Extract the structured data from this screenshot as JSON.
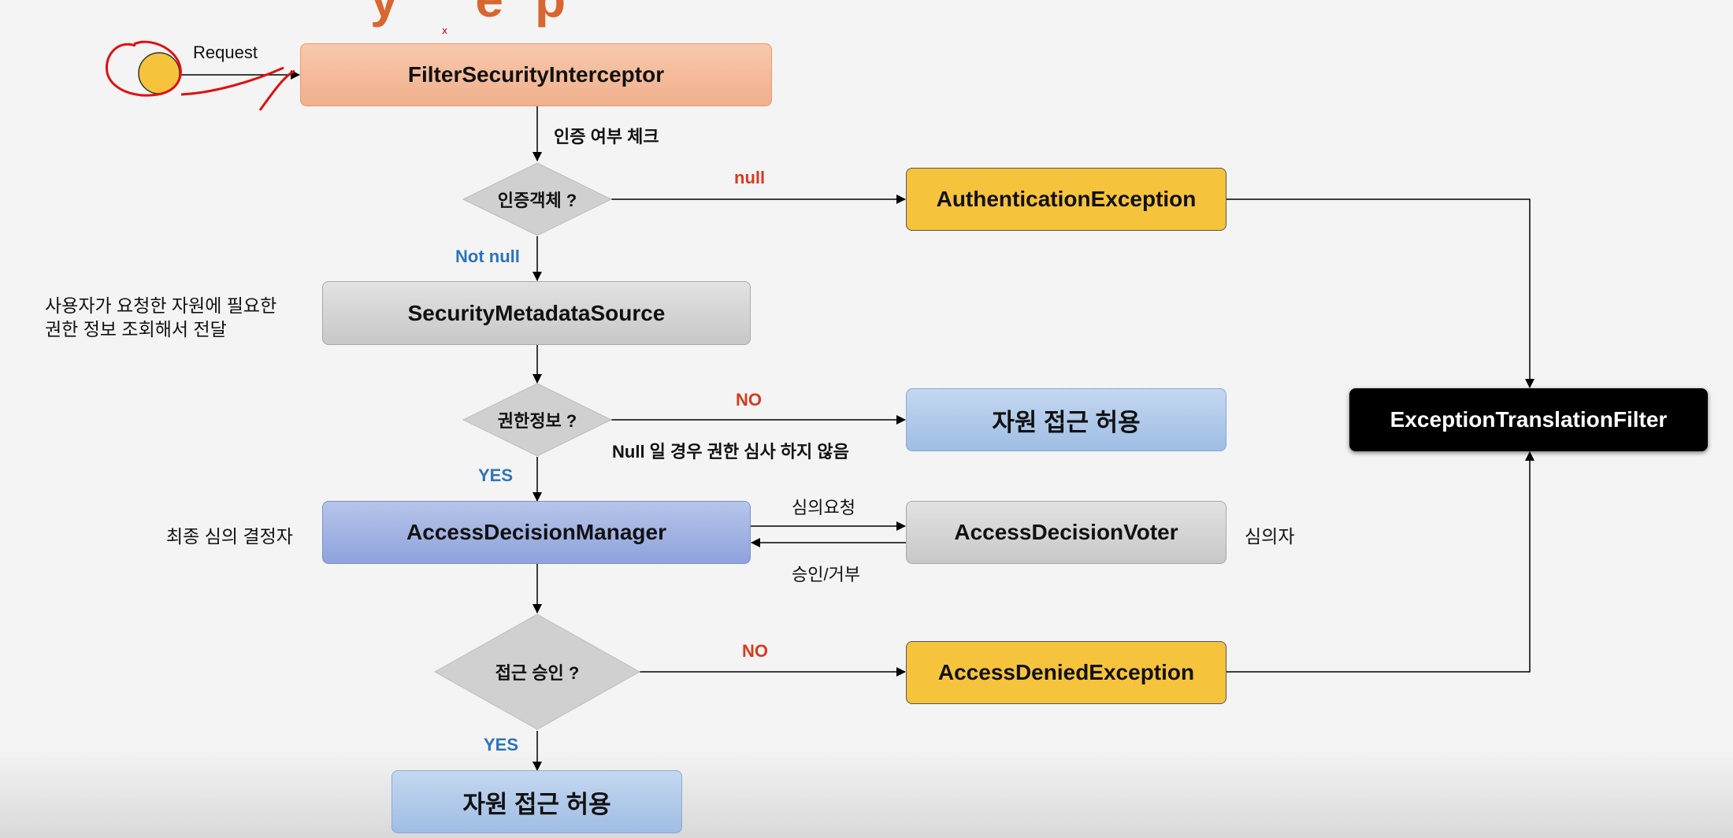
{
  "title_fragment": "y ep",
  "request_label": "Request",
  "nodes": {
    "filter_security_interceptor": "FilterSecurityInterceptor",
    "auth_object_check": "인증객체 ?",
    "authentication_exception": "AuthenticationException",
    "security_metadata_source": "SecurityMetadataSource",
    "authority_info_check": "권한정보 ?",
    "resource_access_allowed_1": "자원 접근 허용",
    "exception_translation_filter": "ExceptionTranslationFilter",
    "access_decision_manager": "AccessDecisionManager",
    "access_decision_voter": "AccessDecisionVoter",
    "access_approval_check": "접근 승인 ?",
    "access_denied_exception": "AccessDeniedException",
    "resource_access_allowed_2": "자원 접근 허용"
  },
  "labels": {
    "auth_check": "인증 여부 체크",
    "null": "null",
    "not_null": "Not null",
    "metadata_desc_line1": "사용자가 요청한 자원에 필요한",
    "metadata_desc_line2": "권한 정보 조회해서 전달",
    "no_1": "NO",
    "null_note": "Null 일 경우 권한 심사 하지 않음",
    "yes_1": "YES",
    "final_decider": "최종 심의 결정자",
    "review_request": "심의요청",
    "approve_reject": "승인/거부",
    "reviewer": "심의자",
    "no_2": "NO",
    "yes_2": "YES"
  },
  "colors": {
    "orange_box": "#f0b08c",
    "yellow_box": "#f6c33d",
    "gray_box": "#c8c8c8",
    "light_blue_box": "#9fbde4",
    "blue_box": "#8ea3dc",
    "black_box": "#000000",
    "red_label": "#d93a1f",
    "blue_label": "#2e74b8",
    "title_orange": "#d9662e",
    "annotation_red": "#e01010"
  }
}
